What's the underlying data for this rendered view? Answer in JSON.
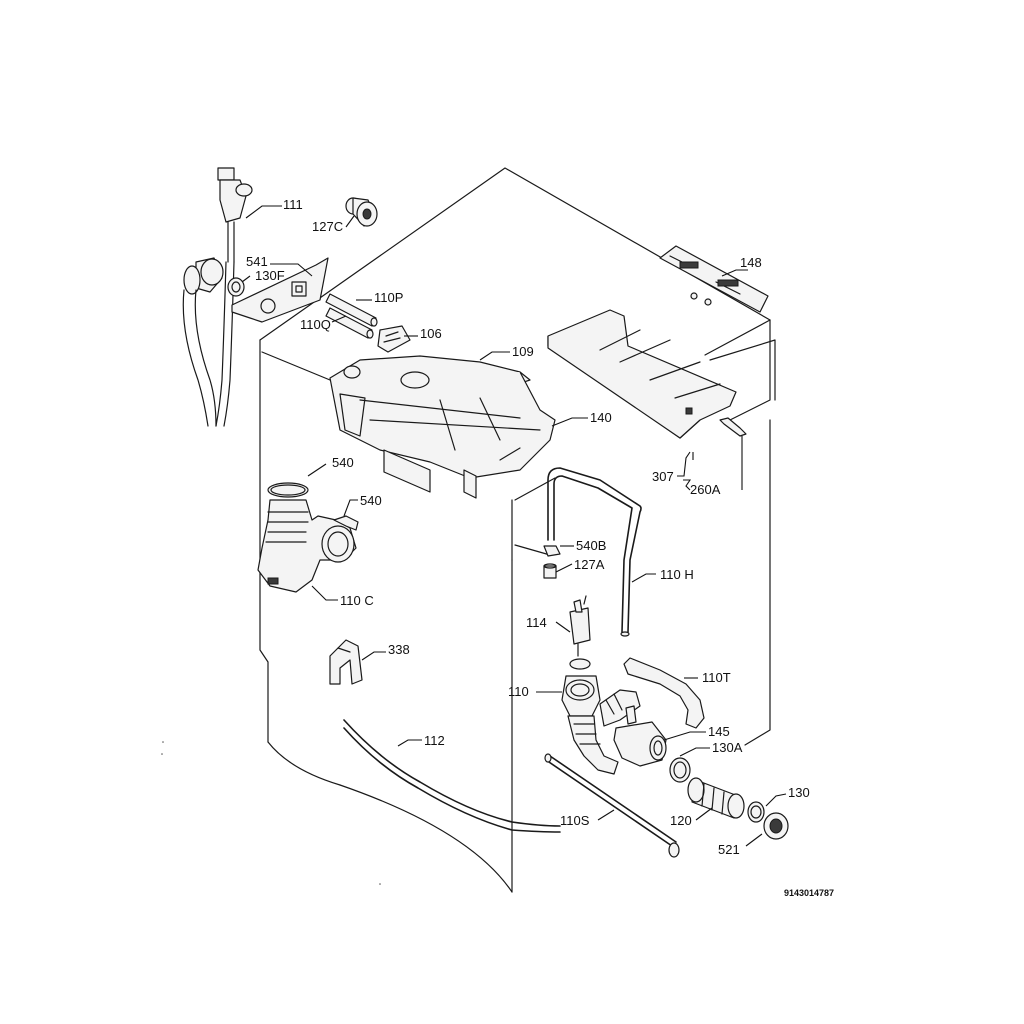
{
  "diagram": {
    "drawing_number": "9143014787",
    "callouts": [
      {
        "id": "c-111",
        "text": "111"
      },
      {
        "id": "c-127c",
        "text": "127C"
      },
      {
        "id": "c-541",
        "text": "541"
      },
      {
        "id": "c-130f",
        "text": "130F"
      },
      {
        "id": "c-110p",
        "text": "110P"
      },
      {
        "id": "c-110q",
        "text": "110Q"
      },
      {
        "id": "c-106",
        "text": "106"
      },
      {
        "id": "c-109",
        "text": "109"
      },
      {
        "id": "c-148",
        "text": "148"
      },
      {
        "id": "c-140",
        "text": "140"
      },
      {
        "id": "c-307",
        "text": "307"
      },
      {
        "id": "c-260a",
        "text": "260A"
      },
      {
        "id": "c-540a",
        "text": "540"
      },
      {
        "id": "c-540b",
        "text": "540"
      },
      {
        "id": "c-540B",
        "text": "540B"
      },
      {
        "id": "c-127a",
        "text": "127A"
      },
      {
        "id": "c-110h",
        "text": "110 H"
      },
      {
        "id": "c-110c",
        "text": "110 C"
      },
      {
        "id": "c-114",
        "text": "114"
      },
      {
        "id": "c-338",
        "text": "338"
      },
      {
        "id": "c-110t",
        "text": "110T"
      },
      {
        "id": "c-110",
        "text": "110"
      },
      {
        "id": "c-145",
        "text": "145"
      },
      {
        "id": "c-130a",
        "text": "130A"
      },
      {
        "id": "c-112",
        "text": "112"
      },
      {
        "id": "c-130",
        "text": "130"
      },
      {
        "id": "c-110s",
        "text": "110S"
      },
      {
        "id": "c-120",
        "text": "120"
      },
      {
        "id": "c-521",
        "text": "521"
      }
    ]
  }
}
